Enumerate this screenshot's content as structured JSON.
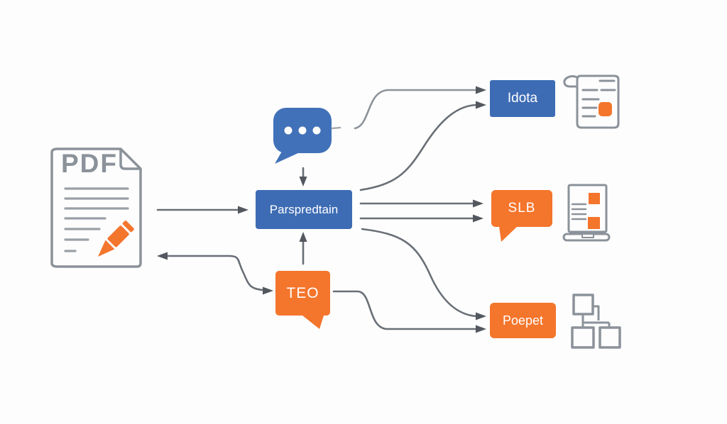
{
  "diagram": {
    "title": "PDF processing flow diagram",
    "source": {
      "label": "PDF"
    },
    "nodes": {
      "parser": {
        "label": "Parspredtain",
        "color": "#3d6cb4"
      },
      "teo": {
        "label": "TEO",
        "color": "#f4752c"
      },
      "idota": {
        "label": "Idota",
        "color": "#3d6cb4"
      },
      "slb": {
        "label": "SLB",
        "color": "#f4752c"
      },
      "poepet": {
        "label": "Poepet",
        "color": "#f4752c"
      }
    },
    "icons": {
      "source_document": "pdf-document-icon",
      "pen": "pen-icon",
      "chat": "chat-bubble-icon",
      "scroll": "scroll-document-icon",
      "monitor": "monitor-icon",
      "flowchart": "flowchart-icon"
    },
    "colors": {
      "blue": "#3d6cb4",
      "orange": "#f4752c",
      "outline_gray": "#8b929a",
      "doc_line_gray": "#9aa0a6",
      "arrow_gray": "#696f76",
      "background": "#fdfdfd"
    }
  }
}
